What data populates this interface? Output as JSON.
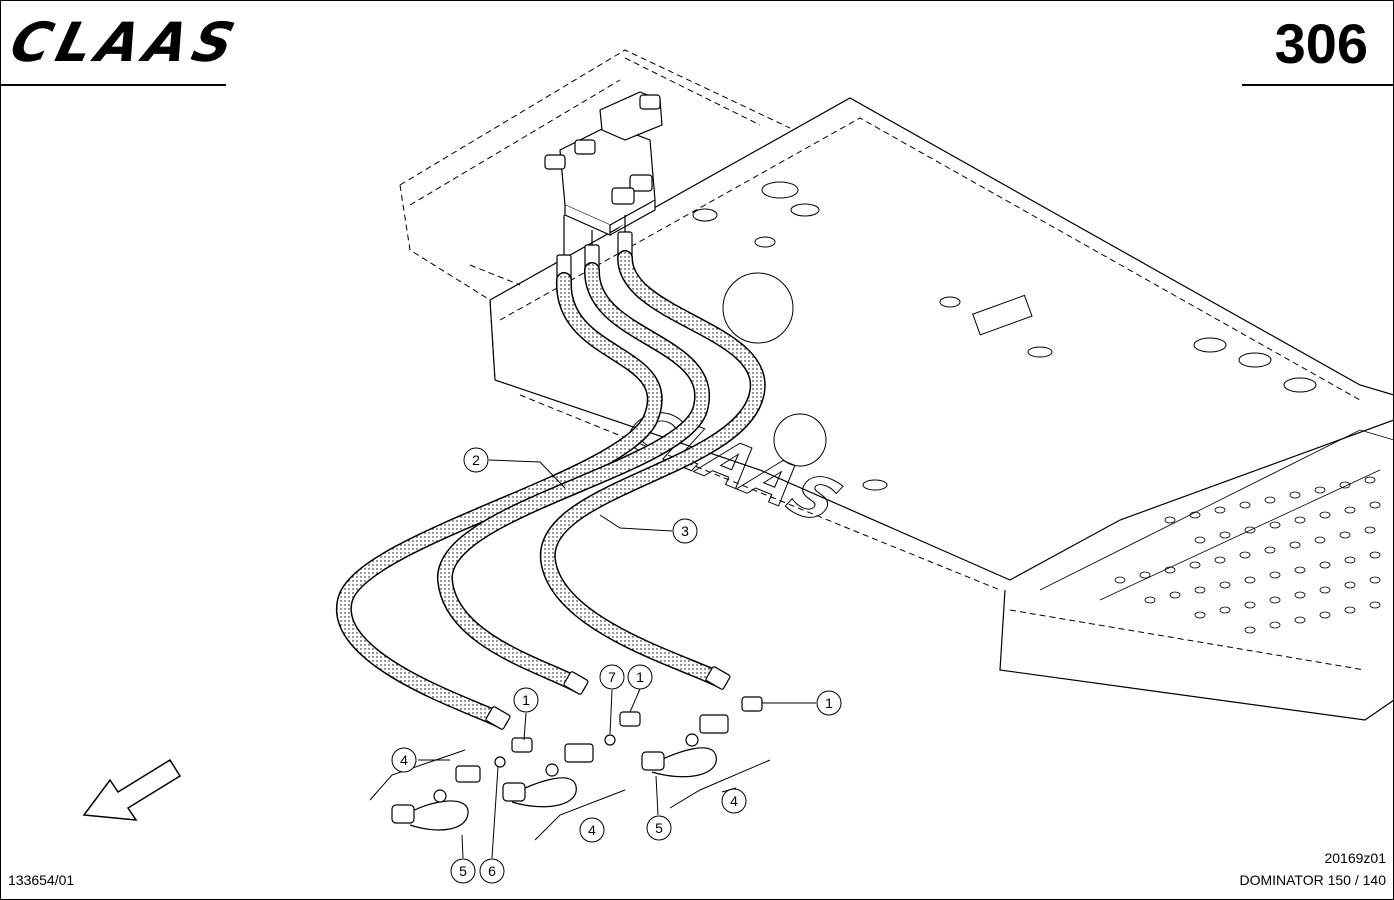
{
  "header": {
    "brand": "CLAAS",
    "page_number": "306"
  },
  "footer": {
    "drawing_ref": "133654/01",
    "figure_code": "20169z01",
    "model": "DOMINATOR 150 / 140"
  },
  "diagram": {
    "frame_watermark": "CLAAS",
    "callouts": [
      {
        "label": "1"
      },
      {
        "label": "1"
      },
      {
        "label": "1"
      },
      {
        "label": "2"
      },
      {
        "label": "3"
      },
      {
        "label": "4"
      },
      {
        "label": "4"
      },
      {
        "label": "4"
      },
      {
        "label": "5"
      },
      {
        "label": "5"
      },
      {
        "label": "6"
      },
      {
        "label": "7"
      }
    ]
  }
}
